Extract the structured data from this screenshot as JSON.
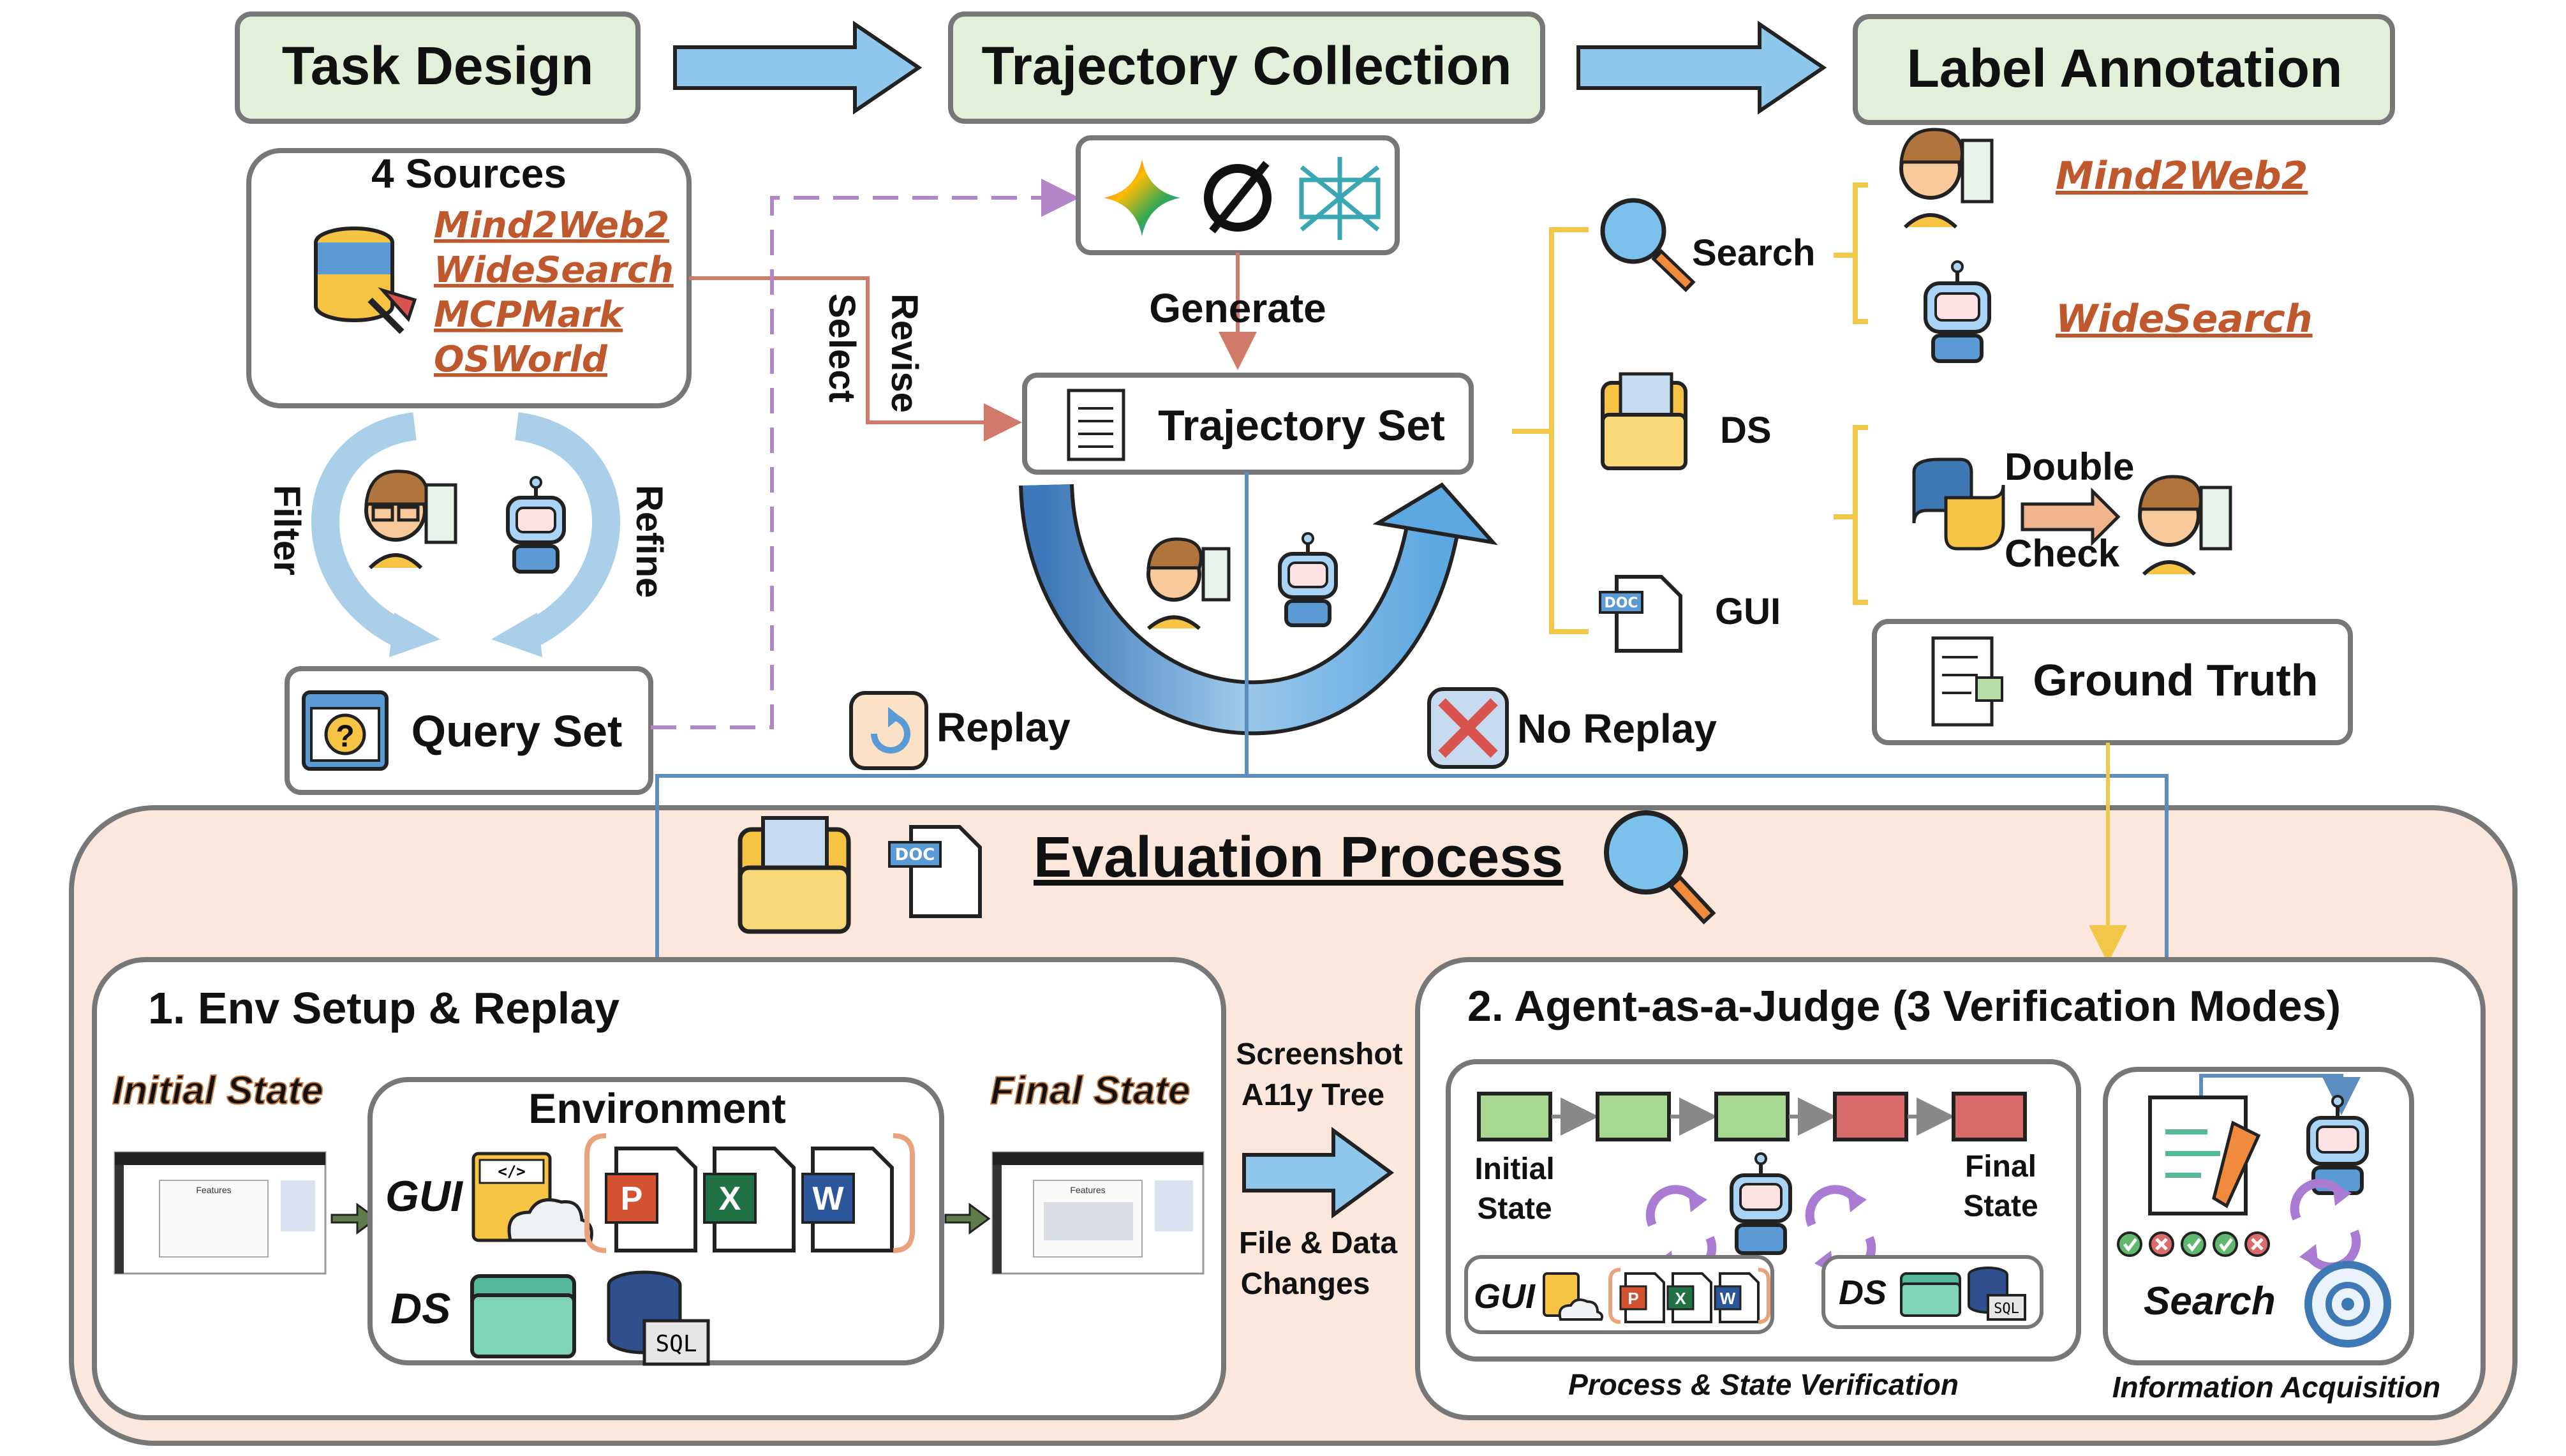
{
  "stages": {
    "task_design": "Task Design",
    "trajectory_collection": "Trajectory Collection",
    "label_annotation": "Label Annotation"
  },
  "sources": {
    "title": "4 Sources",
    "items": [
      "Mind2Web2",
      "WideSearch",
      "MCPMark",
      "OSWorld"
    ]
  },
  "loop": {
    "filter": "Filter",
    "refine": "Refine"
  },
  "query_set": "Query Set",
  "edges": {
    "select": "Select",
    "revise": "Revise",
    "generate": "Generate",
    "replay": "Replay",
    "no_replay": "No Replay"
  },
  "trajectory_set": "Trajectory Set",
  "categories": {
    "search": "Search",
    "ds": "DS",
    "gui": "GUI"
  },
  "annotation": {
    "search_sources": [
      "Mind2Web2",
      "WideSearch"
    ],
    "double": "Double",
    "check": "Check"
  },
  "ground_truth": "Ground Truth",
  "evaluation": {
    "title": "Evaluation Process",
    "env": {
      "title": "1. Env Setup & Replay",
      "initial_state": "Initial State",
      "final_state": "Final State",
      "environment": "Environment",
      "gui": "GUI",
      "ds": "DS",
      "sql": "SQL",
      "doc_title": "Features"
    },
    "signals": {
      "screenshot": "Screenshot",
      "a11y": "A11y Tree",
      "file_data_1": "File & Data",
      "file_data_2": "Changes"
    },
    "judge": {
      "title": "2. Agent-as-a-Judge (3 Verification Modes)",
      "initial_1": "Initial",
      "initial_2": "State",
      "final_1": "Final",
      "final_2": "State",
      "gui": "GUI",
      "ds": "DS",
      "sql": "SQL",
      "search": "Search",
      "process_caption": "Process & State Verification",
      "info_caption": "Information Acquisition"
    }
  },
  "colors": {
    "stage_fill": "#e3f0d9",
    "arrow_blue": "#8fc7ec",
    "eval_bg": "#fbe7dc",
    "link_orange": "#c0582e",
    "select_red": "#d27a6a",
    "dashed_purple": "#b186c8",
    "blue_line": "#5b8dbe",
    "yellow_line": "#f2c84b",
    "gui_purple": "#9b2fa0",
    "green_block": "#a6d890",
    "red_block": "#d96b6b"
  }
}
